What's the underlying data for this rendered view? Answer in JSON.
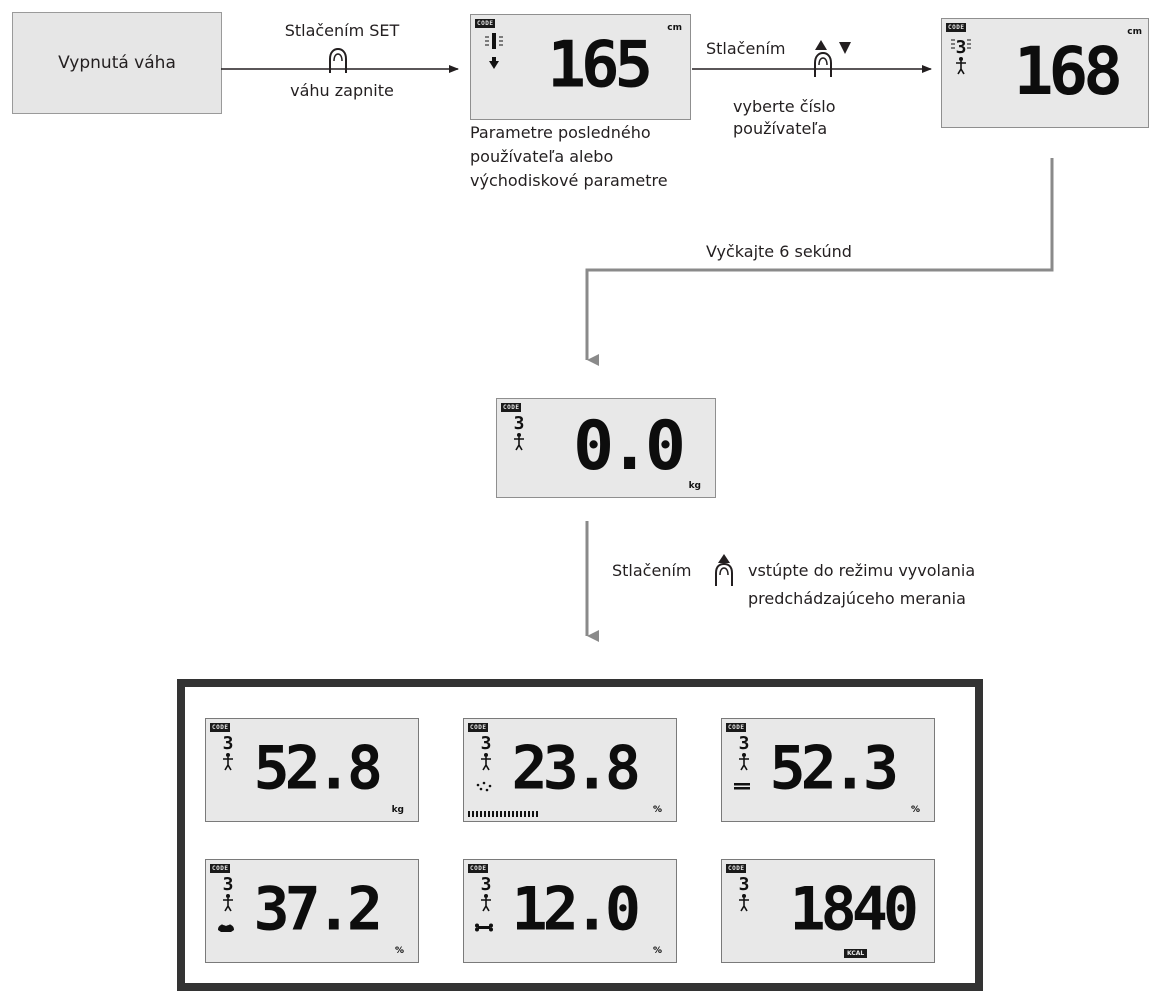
{
  "start": {
    "label": "Vypnutá váha"
  },
  "step1": {
    "line1": "Stlačením SET",
    "line2": "váhu zapnite"
  },
  "note1": {
    "lines": [
      "Parametre posledného",
      "používateľa alebo",
      "východiskové parametre"
    ]
  },
  "step2": {
    "line1": "Stlačením",
    "line2": "vyberte číslo",
    "line3": "používateľa"
  },
  "wait": {
    "label": "Vyčkajte 6 sekúnd"
  },
  "step3": {
    "line1_a": "Stlačením",
    "line1_b": "vstúpte do režimu vyvolania",
    "line2": "predchádzajúceho merania"
  },
  "code_label": "CODE",
  "displays": {
    "height1": {
      "value": "165",
      "unit": "cm",
      "user": "1"
    },
    "height2": {
      "value": "168",
      "unit": "cm",
      "user": "3"
    },
    "zero": {
      "value": "0.0",
      "unit": "kg",
      "user": "3"
    }
  },
  "results": [
    {
      "value": "52.8",
      "unit": "kg",
      "user": "3",
      "symbol": "none"
    },
    {
      "value": "23.8",
      "unit": "%",
      "user": "3",
      "symbol": "fat"
    },
    {
      "value": "52.3",
      "unit": "%",
      "user": "3",
      "symbol": "water"
    },
    {
      "value": "37.2",
      "unit": "%",
      "user": "3",
      "symbol": "muscle"
    },
    {
      "value": "12.0",
      "unit": "%",
      "user": "3",
      "symbol": "bone"
    },
    {
      "value": "1840",
      "unit": "KCAL",
      "user": "3",
      "symbol": "none"
    }
  ],
  "colors": {
    "lcd_bg": "#e8e8e8",
    "arrow_gray": "#8a8a8a",
    "panel_border": "#333333"
  }
}
